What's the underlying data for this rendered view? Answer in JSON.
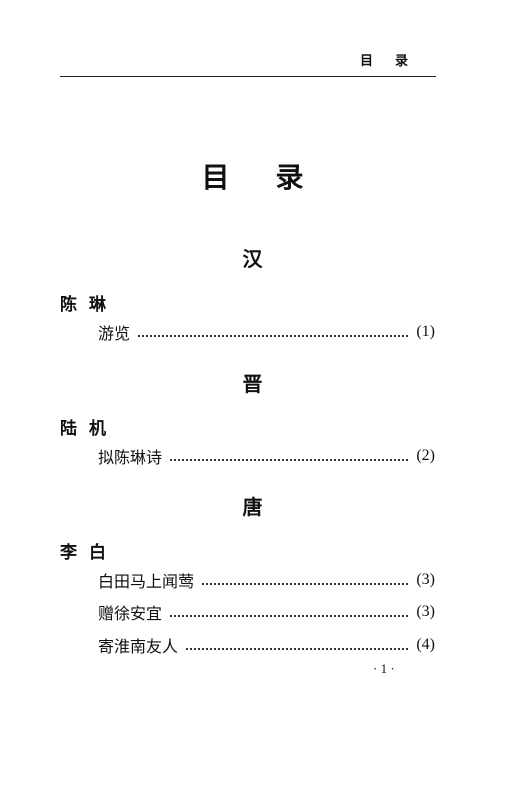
{
  "header": {
    "running_title": "目录"
  },
  "page_title": "目录",
  "sections": [
    {
      "dynasty": "汉",
      "authors": [
        {
          "name": "陈琳",
          "works": [
            {
              "title": "游览",
              "page": "(1)"
            }
          ]
        }
      ]
    },
    {
      "dynasty": "晋",
      "authors": [
        {
          "name": "陆机",
          "works": [
            {
              "title": "拟陈琳诗",
              "page": "(2)"
            }
          ]
        }
      ]
    },
    {
      "dynasty": "唐",
      "authors": [
        {
          "name": "李白",
          "works": [
            {
              "title": "白田马上闻莺",
              "page": "(3)"
            },
            {
              "title": "赠徐安宜",
              "page": "(3)"
            },
            {
              "title": "寄淮南友人",
              "page": "(4)"
            }
          ]
        }
      ]
    }
  ],
  "folio": "· 1 ·"
}
